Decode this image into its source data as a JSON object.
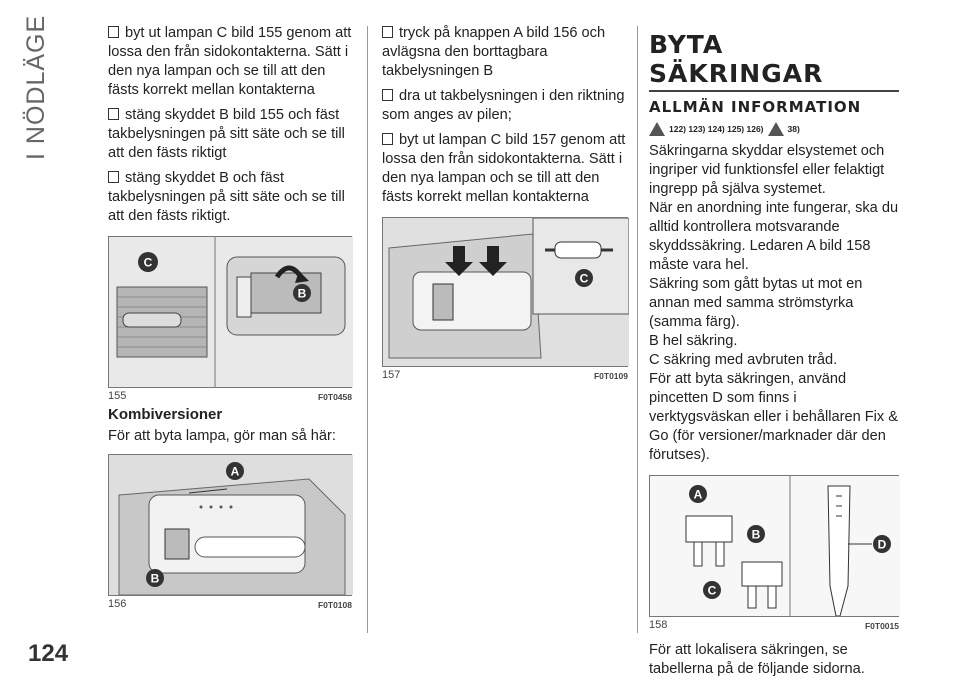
{
  "side_title": "I NÖDLÄGE",
  "page_number": "124",
  "col1": {
    "bullets": [
      "byt ut lampan C bild 155 genom att lossa den från sidokontakterna. Sätt i den nya lampan och se till att den fästs korrekt mellan kontakterna",
      "stäng skyddet B bild 155 och fäst takbelysningen på sitt säte och se till att den fästs riktigt",
      "stäng skyddet B och fäst takbelysningen på sitt säte och se till att den fästs riktigt."
    ],
    "fig155": {
      "number": "155",
      "code": "F0T0458",
      "labels": [
        "C",
        "B"
      ]
    },
    "subheading": "Kombiversioner",
    "intro": "För att byta lampa, gör man så här:",
    "fig156": {
      "number": "156",
      "code": "F0T0108",
      "labels": [
        "A",
        "B"
      ]
    }
  },
  "col2": {
    "bullets": [
      "tryck på knappen A bild 156 och avlägsna den borttagbara takbelysningen B",
      "dra ut takbelysningen i den riktning som anges av pilen;",
      "byt ut lampan C bild 157 genom att lossa den från sidokontakterna. Sätt i den nya lampan och se till att den fästs korrekt mellan kontakterna"
    ],
    "fig157": {
      "number": "157",
      "code": "F0T0109",
      "labels": [
        "C"
      ]
    }
  },
  "col3": {
    "heading": "BYTA SÄKRINGAR",
    "subheading": "ALLMÄN INFORMATION",
    "refs_text": "122) 123) 124) 125) 126)",
    "refs_after": "38)",
    "paragraphs": [
      "Säkringarna skyddar elsystemet och ingriper vid funktionsfel eller felaktigt ingrepp på själva systemet.",
      "När en anordning inte fungerar, ska du alltid kontrollera motsvarande skyddssäkring. Ledaren A bild 158 måste vara hel.",
      "Säkring som gått bytas ut mot en annan med samma strömstyrka (samma färg).",
      "B hel säkring.",
      "C säkring med avbruten tråd.",
      "För att byta säkringen, använd pincetten D som finns i verktygsväskan eller i behållaren Fix & Go (för versioner/marknader där den förutses)."
    ],
    "fig158": {
      "number": "158",
      "code": "F0T0015",
      "labels": [
        "A",
        "B",
        "C",
        "D"
      ]
    },
    "closing": "För att lokalisera säkringen, se tabellerna på de följande sidorna."
  }
}
